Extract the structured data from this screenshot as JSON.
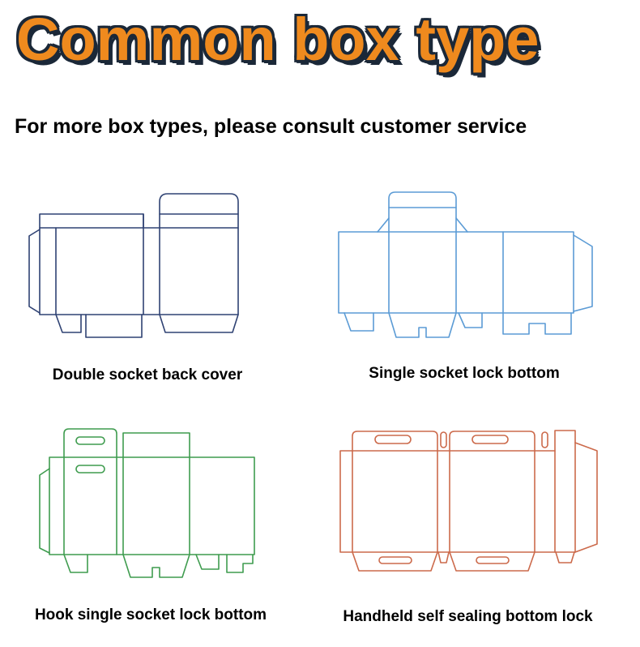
{
  "page": {
    "title": "Common box type",
    "subtitle": "For more box types, please consult customer service"
  },
  "colors": {
    "background": "#FFFFFF",
    "title_fill": "#EF8A1E",
    "title_outline": "#1B2838",
    "text": "#000000"
  },
  "diagrams": [
    {
      "id": "double-socket-back-cover",
      "label": "Double socket back cover",
      "color": "#2F4273"
    },
    {
      "id": "single-socket-lock-bottom",
      "label": "Single socket lock bottom",
      "color": "#5B9BD5"
    },
    {
      "id": "hook-single-socket-lock-bottom",
      "label": "Hook single socket lock bottom",
      "color": "#3F9C4F"
    },
    {
      "id": "handheld-self-sealing-bottom-lock",
      "label": "Handheld self sealing bottom lock",
      "color": "#CC6A4B"
    }
  ]
}
